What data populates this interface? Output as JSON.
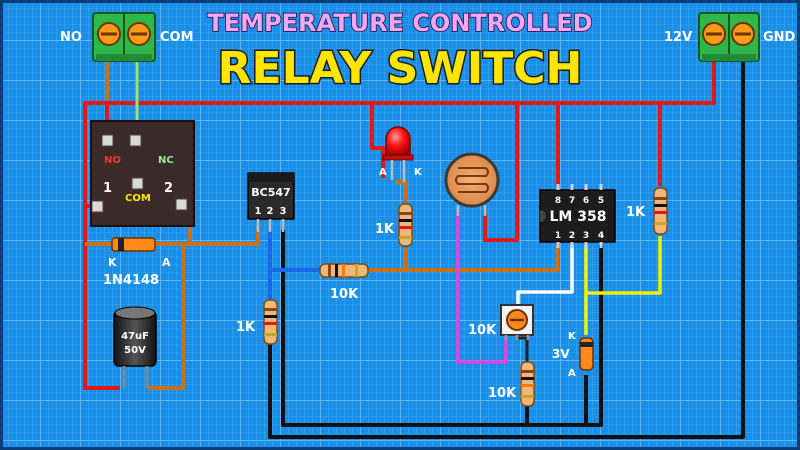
{
  "title": {
    "line1": "TEMPERATURE CONTROLLED",
    "line2": "RELAY SWITCH"
  },
  "terminals": {
    "output_left_label": "NO",
    "output_right_label": "COM",
    "power_left_label": "12V",
    "power_right_label": "GND"
  },
  "relay": {
    "nc_pin_label": "NC",
    "no_pin_label": "NO",
    "com_pin_label": "COM",
    "coil1_label": "1",
    "coil2_label": "2"
  },
  "diode": {
    "part": "1N4148",
    "k_label": "K",
    "a_label": "A"
  },
  "capacitor": {
    "value_line1": "47uF",
    "value_line2": "50V"
  },
  "transistor": {
    "part": "BC547",
    "pins": [
      "1",
      "2",
      "3"
    ]
  },
  "led": {
    "a_label": "A",
    "k_label": "K"
  },
  "ic": {
    "part": "LM 358",
    "top_pins": [
      "8",
      "7",
      "6",
      "5"
    ],
    "bottom_pins": [
      "1",
      "2",
      "3",
      "4"
    ]
  },
  "resistors": {
    "r_led": "1K",
    "r_base": "10K",
    "r_emitter": "1K",
    "r_right": "1K",
    "r_pot": "10K",
    "r_bottom": "10K"
  },
  "zener": {
    "voltage": "3V",
    "k_label": "K",
    "a_label": "A"
  },
  "colors": {
    "background": "#1a8fe8",
    "grid": "#64b8f4",
    "wire_red": "#e01818",
    "wire_black": "#111111",
    "wire_brown": "#c8701a",
    "wire_blue": "#1e66e8",
    "wire_yellow": "#f0f000",
    "wire_white": "#ffffff",
    "wire_magenta": "#e040e0",
    "terminal_green": "#2fb84a",
    "title_pink": "#f2a8f0",
    "title_yellow": "#ffe600"
  }
}
